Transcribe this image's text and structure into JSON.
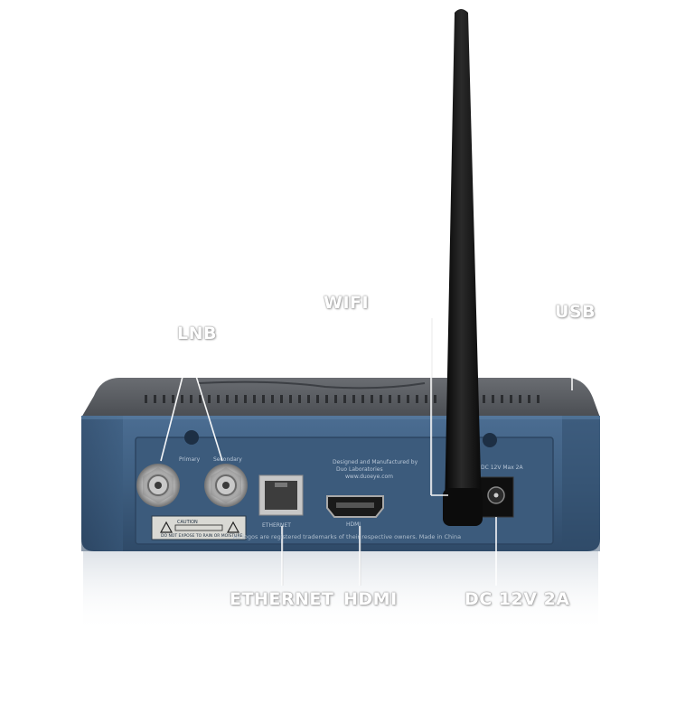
{
  "labels": {
    "lnb": "LNB",
    "wifi": "WIFI",
    "usb": "USB",
    "ethernet": "ETHERNET",
    "hdmi": "HDMI",
    "dc": "DC 12V 2A"
  },
  "panel_text": {
    "designed": "Designed and Manufactured by",
    "labs": "Duo Laboratories",
    "web": "www.duoeye.com",
    "primary": "Primary",
    "secondary": "Secondary",
    "ethernet_port": "ETHERNET",
    "hdmi_port": "HDMI",
    "power": "DC 12V Max 2A",
    "trademark": "All logos are registered trademarks of their respective owners. Made in China",
    "caution": "CAUTION",
    "warning": "DO NOT EXPOSE TO RAIN OR MOISTURE"
  },
  "colors": {
    "body_blue": "#3f5f80",
    "top_gray": "#55585d",
    "antenna": "#141414"
  }
}
